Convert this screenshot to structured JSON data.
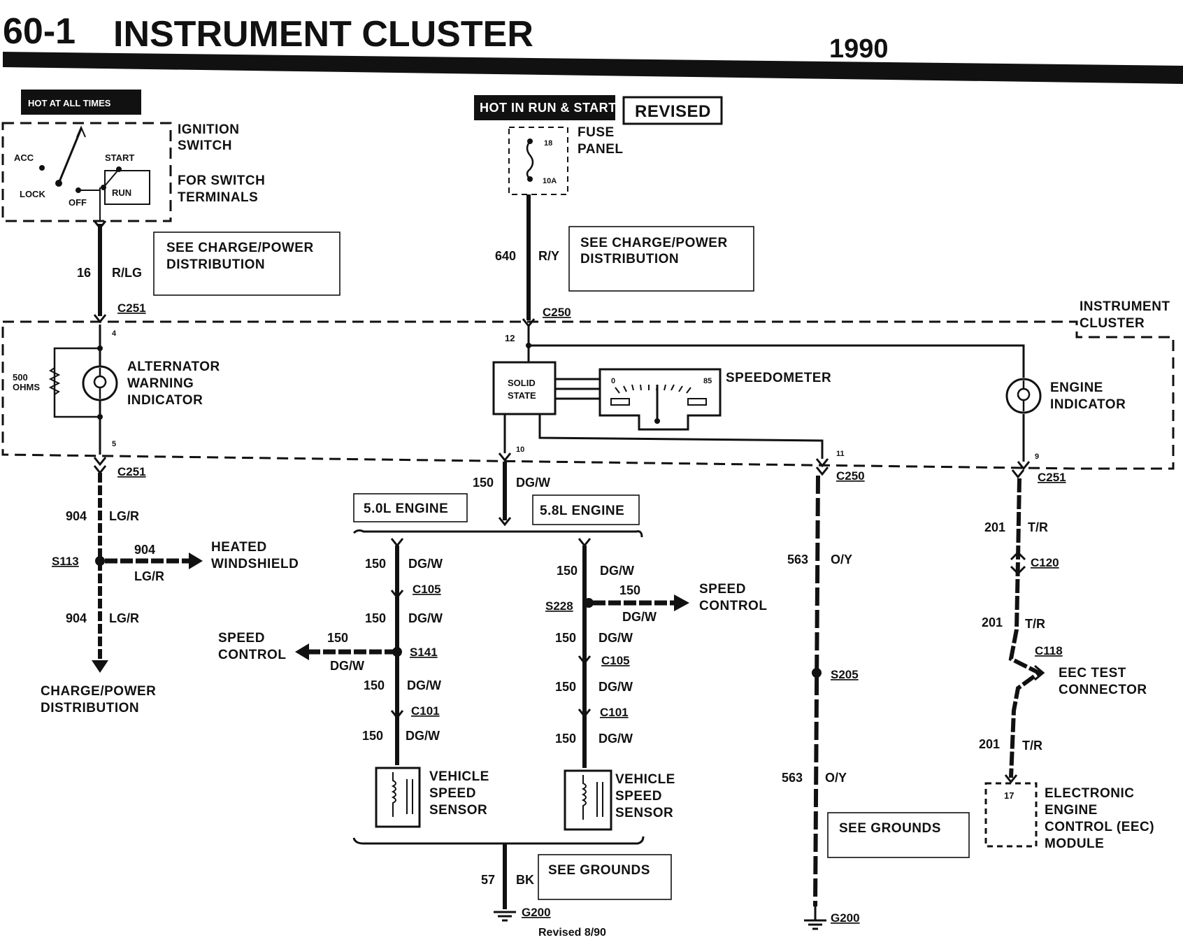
{
  "header": {
    "page_number": "60-1",
    "title": "INSTRUMENT CLUSTER",
    "year": "1990"
  },
  "power": {
    "hot_at_all_times": "HOT AT ALL TIMES",
    "hot_in_run_start": "HOT IN RUN & START",
    "revised_badge": "REVISED"
  },
  "ignition": {
    "label_line1": "IGNITION",
    "label_line2": "SWITCH",
    "note_line1": "FOR SWITCH",
    "note_line2": "TERMINALS",
    "acc": "ACC",
    "start": "START",
    "lock": "LOCK",
    "off": "OFF",
    "run": "RUN"
  },
  "fuse": {
    "label_line1": "FUSE",
    "label_line2": "PANEL",
    "number": "18",
    "rating": "10A"
  },
  "notes": {
    "see_charge_1_line1": "SEE CHARGE/POWER",
    "see_charge_1_line2": "DISTRIBUTION",
    "see_charge_2_line1": "SEE CHARGE/POWER",
    "see_charge_2_line2": "DISTRIBUTION",
    "see_grounds_1": "SEE GROUNDS",
    "see_grounds_2": "SEE GROUNDS",
    "revised_date": "Revised 8/90"
  },
  "cluster": {
    "label_line1": "INSTRUMENT",
    "label_line2": "CLUSTER",
    "alt_line1": "ALTERNATOR",
    "alt_line2": "WARNING",
    "alt_line3": "INDICATOR",
    "resistor_line1": "500",
    "resistor_line2": "OHMS",
    "solid_line1": "SOLID",
    "solid_line2": "STATE",
    "speedometer": "SPEEDOMETER",
    "speedo_min": "0",
    "speedo_max": "85",
    "engine_line1": "ENGINE",
    "engine_line2": "INDICATOR",
    "pin_4": "4",
    "pin_5": "5",
    "pin_12": "12",
    "pin_10": "10",
    "pin_11": "11",
    "pin_9": "9"
  },
  "wires": {
    "w16": "16",
    "w16_color": "R/LG",
    "w640": "640",
    "w640_color": "R/Y",
    "w904a": "904",
    "w904a_color": "LG/R",
    "w904b": "904",
    "w904b_color": "LG/R",
    "w904c": "904",
    "w904c_color": "LG/R",
    "w150_main": "150",
    "w150_main_color": "DG/W",
    "w150_l1": "150",
    "w150_l1_color": "DG/W",
    "w150_l2": "150",
    "w150_l2_color": "DG/W",
    "w150_l3": "150",
    "w150_l3_color": "DG/W",
    "w150_l4": "150",
    "w150_l4_color": "DG/W",
    "w150_l5": "150",
    "w150_l5_color": "DG/W",
    "w150_r1": "150",
    "w150_r1_color": "DG/W",
    "w150_r2": "150",
    "w150_r2_color": "DG/W",
    "w150_r3": "150",
    "w150_r3_color": "DG/W",
    "w150_r4": "150",
    "w150_r4_color": "DG/W",
    "w150_r5": "150",
    "w150_r5_color": "DG/W",
    "w563a": "563",
    "w563a_color": "O/Y",
    "w563b": "563",
    "w563b_color": "O/Y",
    "w201a": "201",
    "w201a_color": "T/R",
    "w201b": "201",
    "w201b_color": "T/R",
    "w201c": "201",
    "w201c_color": "T/R",
    "w57": "57",
    "w57_color": "BK"
  },
  "connectors": {
    "c251_top": "C251",
    "c250_top": "C250",
    "c251_bot": "C251",
    "c250_bot": "C250",
    "c251_right": "C251",
    "c120": "C120",
    "c118": "C118",
    "c105_l": "C105",
    "c101_l": "C101",
    "c105_r": "C105",
    "c101_r": "C101",
    "s113": "S113",
    "s141": "S141",
    "s228": "S228",
    "s205": "S205",
    "g200_a": "G200",
    "g200_b": "G200"
  },
  "components": {
    "heated_line1": "HEATED",
    "heated_line2": "WINDSHIELD",
    "charge_line1": "CHARGE/POWER",
    "charge_line2": "DISTRIBUTION",
    "engine_50": "5.0L ENGINE",
    "engine_58": "5.8L ENGINE",
    "speed_ctrl_l_line1": "SPEED",
    "speed_ctrl_l_line2": "CONTROL",
    "speed_ctrl_r_line1": "SPEED",
    "speed_ctrl_r_line2": "CONTROL",
    "vss_l_line1": "VEHICLE",
    "vss_l_line2": "SPEED",
    "vss_l_line3": "SENSOR",
    "vss_r_line1": "VEHICLE",
    "vss_r_line2": "SPEED",
    "vss_r_line3": "SENSOR",
    "eec_test_line1": "EEC TEST",
    "eec_test_line2": "CONNECTOR",
    "eec_line1": "ELECTRONIC",
    "eec_line2": "ENGINE",
    "eec_line3": "CONTROL (EEC)",
    "eec_line4": "MODULE",
    "eec_pin": "17"
  }
}
